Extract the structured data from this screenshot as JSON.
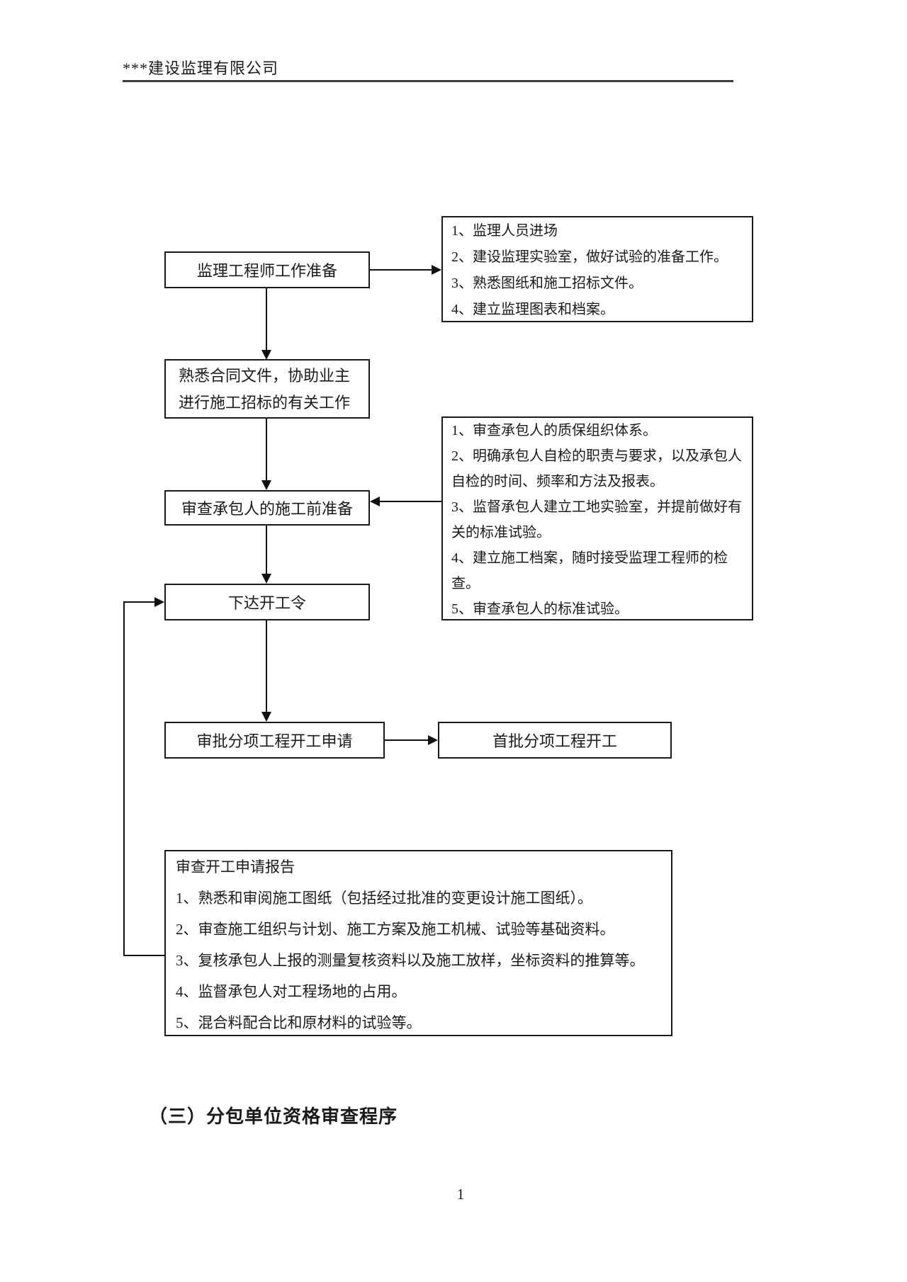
{
  "header": {
    "company": "***建设监理有限公司"
  },
  "flowchart": {
    "box_prep": {
      "label": "监理工程师工作准备"
    },
    "box_contract": {
      "lines": [
        "熟悉合同文件，协助业主",
        "进行施工招标的有关工作"
      ]
    },
    "box_precheck": {
      "label": "审查承包人的施工前准备"
    },
    "box_start_order": {
      "label": "下达开工令"
    },
    "box_approve": {
      "label": "审批分项工程开工申请"
    },
    "box_first_start": {
      "label": "首批分项工程开工"
    },
    "info_prep": {
      "items": [
        "1、监理人员进场",
        "2、建设监理实验室，做好试验的准备工作。",
        "3、熟悉图纸和施工招标文件。",
        "4、建立监理图表和档案。"
      ]
    },
    "info_precheck": {
      "items": [
        "1、审查承包人的质保组织体系。",
        "2、明确承包人自检的职责与要求，以及承包人自检的时间、频率和方法及报表。",
        "3、监督承包人建立工地实验室，并提前做好有关的标准试验。",
        "4、建立施工档案，随时接受监理工程师的检查。",
        "5、审查承包人的标准试验。"
      ]
    },
    "box_report": {
      "title": "审查开工申请报告",
      "items": [
        "1、熟悉和审阅施工图纸（包括经过批准的变更设计施工图纸）。",
        "2、审查施工组织与计划、施工方案及施工机械、试验等基础资料。",
        "3、复核承包人上报的测量复核资料以及施工放样，坐标资料的推算等。",
        "4、监督承包人对工程场地的占用。",
        "5、混合料配合比和原材料的试验等。"
      ]
    }
  },
  "section_heading": "（三）分包单位资格审查程序",
  "page_number": "1",
  "colors": {
    "text": "#1a1a1a",
    "line": "#111111",
    "background": "#ffffff"
  }
}
